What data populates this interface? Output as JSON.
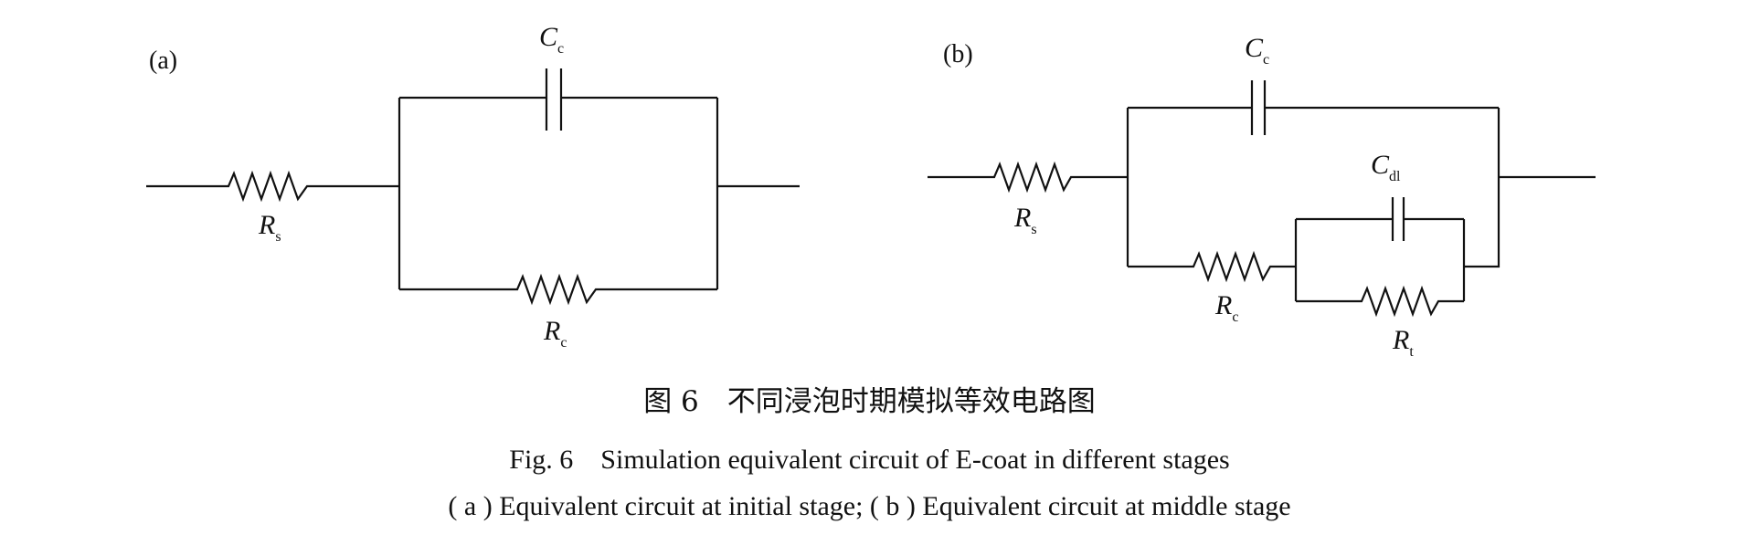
{
  "panel_a": {
    "label": "(a)",
    "Rs": {
      "symbol": "R",
      "sub": "s"
    },
    "Cc": {
      "symbol": "C",
      "sub": "c"
    },
    "Rc": {
      "symbol": "R",
      "sub": "c"
    }
  },
  "panel_b": {
    "label": "(b)",
    "Rs": {
      "symbol": "R",
      "sub": "s"
    },
    "Cc": {
      "symbol": "C",
      "sub": "c"
    },
    "Cdl": {
      "symbol": "C",
      "sub": "dl"
    },
    "Rc": {
      "symbol": "R",
      "sub": "c"
    },
    "Rt": {
      "symbol": "R",
      "sub": "t"
    }
  },
  "caption": {
    "zh": "图 6　不同浸泡时期模拟等效电路图",
    "en": "Fig. 6　Simulation equivalent circuit of E-coat in different stages",
    "sub": "( a ) Equivalent circuit at initial stage; ( b ) Equivalent circuit at middle stage"
  }
}
